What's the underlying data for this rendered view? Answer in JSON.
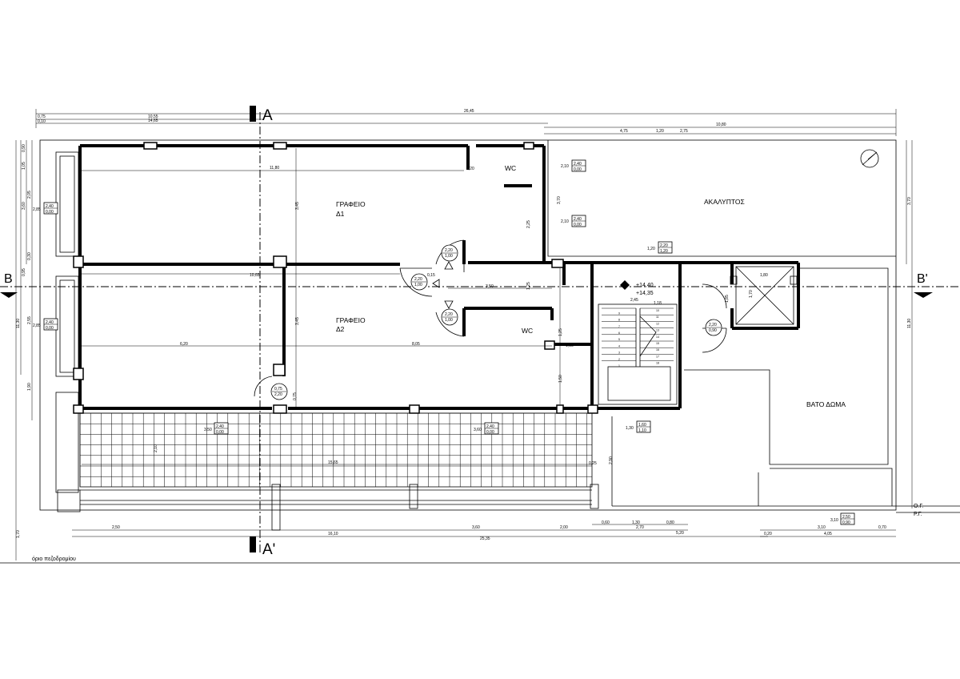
{
  "rooms": {
    "office1_name": "ΓΡΑΦΕΙΟ",
    "office1_code": "Δ1",
    "office2_name": "ΓΡΑΦΕΙΟ",
    "office2_code": "Δ2",
    "wc_upper": "WC",
    "wc_lower": "WC",
    "open_space": "ΑΚΑΛΥΠΤΟΣ",
    "roof": "ΒΑΤΟ ΔΩΜΑ"
  },
  "sections": {
    "a_top": "A",
    "a_bottom": "A'",
    "b_left": "B",
    "b_right": "B'"
  },
  "levels": {
    "upper": "+14,40",
    "lower": "+14,35"
  },
  "ground": {
    "og": "Ο.Γ.",
    "rg": "Ρ.Γ."
  },
  "sidewalk_label": "όριο πεζοδρομίου",
  "dims_top": {
    "total": "26,45",
    "left1": "10,55",
    "left2": "14,65",
    "right_total": "10,80",
    "r1": "4,75",
    "r2": "1,20",
    "r3": "2,75",
    "d1": "0,75",
    "d2": "0,10"
  },
  "dims_bottom": {
    "b1": "2,50",
    "b2": "3,60",
    "b3": "2,00",
    "b4": "0,60",
    "b5": "1,30",
    "b6": "0,80",
    "b7": "2,70",
    "b8": "5,20",
    "b9": "3,10",
    "b10": "0,70",
    "b11": "4,05",
    "b12": "0,20",
    "total1": "16,10",
    "total2": "25,35"
  },
  "dims_left": {
    "l1": "1,05",
    "l2": "0,90",
    "l3": "3,60",
    "l4": "2,05",
    "l5": "11,30",
    "l6": "0,30",
    "l7": "0,95",
    "l8": "2,55",
    "l9": "1,90",
    "l10": "1,70"
  },
  "dims_right": {
    "r1": "3,70",
    "r2": "11,30"
  },
  "dims_interior": {
    "i1": "11,80",
    "i2": "3,45",
    "i3": "10,65",
    "i4": "3,45",
    "i5": "6,20",
    "i6": "8,05",
    "i7": "0,20",
    "i8": "0,15",
    "i9": "3,50",
    "i10": "1,15",
    "i11": "1,25",
    "i12": "1,50",
    "i13": "15,65",
    "i14": "2,10",
    "i15": "3,70",
    "i16": "2,25",
    "i17": "1,25",
    "i18": "1,80",
    "i19": "1,70",
    "i20": "2,90",
    "i21": "0,25",
    "i22": "1,85",
    "i23": "0,75",
    "i24": "1,18",
    "i25": "2,45"
  },
  "windows": [
    {
      "w": "2,10",
      "top": "2,40",
      "bot": "0,00"
    },
    {
      "w": "2,10",
      "top": "2,40",
      "bot": "0,00"
    },
    {
      "w": "2,85",
      "top": "2,40",
      "bot": "0,00"
    },
    {
      "w": "2,85",
      "top": "2,40",
      "bot": "0,00"
    },
    {
      "w": "1,20",
      "top": "2,20",
      "bot": "1,20"
    },
    {
      "w": "3,50",
      "top": "2,40",
      "bot": "0,00"
    },
    {
      "w": "3,60",
      "top": "2,40",
      "bot": "0,00"
    },
    {
      "w": "1,30",
      "top": "1,60",
      "bot": "1,10"
    },
    {
      "w": "3,10",
      "top": "2,50",
      "bot": "0,90"
    }
  ],
  "doors": [
    {
      "top": "2,20",
      "bot": "1,00"
    },
    {
      "top": "2,20",
      "bot": "1,00"
    },
    {
      "top": "2,20",
      "bot": "1,00"
    },
    {
      "top": "0,75",
      "bot": "2,20"
    },
    {
      "top": "2,20",
      "bot": "0,90"
    }
  ],
  "stairs": [
    "1",
    "2",
    "3",
    "4",
    "5",
    "6",
    "7",
    "8",
    "9",
    "10",
    "11",
    "12",
    "13",
    "14",
    "15",
    "16",
    "17",
    "18"
  ]
}
